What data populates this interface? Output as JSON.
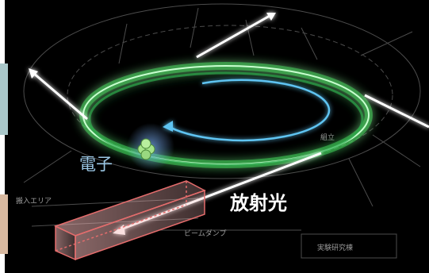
{
  "labels": {
    "electron": "電子",
    "radiation": "放射光",
    "blueprint_area_left": "搬入エリア",
    "blueprint_beam_dump": "ビームダンプ",
    "blueprint_lab": "実験研究棟",
    "blueprint_top_right": "組立"
  },
  "colors": {
    "background": "#000000",
    "ring_green": "#3fd35a",
    "electron_orbit": "#5ec4f2",
    "electron_particle": "#9be07a",
    "radiation_box": "#f0a8a8",
    "blueprint_lines": "#8a8a8a",
    "text_white": "#ffffff",
    "text_blue": "#9cc8e6"
  },
  "icons": {
    "electron": "green-electron-cluster",
    "beam_arrows": "white-arrows"
  }
}
